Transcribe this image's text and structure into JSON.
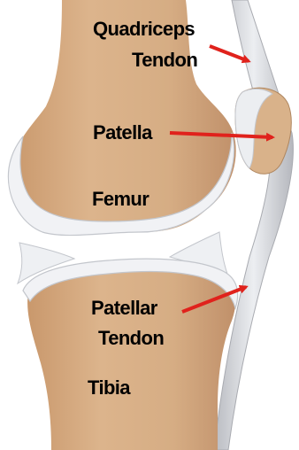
{
  "labels": {
    "quadriceps_tendon_line1": "Quadriceps",
    "quadriceps_tendon_line2": "Tendon",
    "patella": "Patella",
    "femur": "Femur",
    "patellar_tendon_line1": "Patellar",
    "patellar_tendon_line2": "Tendon",
    "tibia": "Tibia"
  },
  "colors": {
    "bone": "#d8b088",
    "bone_shade": "#c89a70",
    "cartilage": "#f3f4f6",
    "cartilage_edge": "#c9ccd2",
    "tendon": "#dcdde1",
    "tendon_edge": "#aeb0b6",
    "arrow": "#e0221c",
    "text": "#000000"
  }
}
